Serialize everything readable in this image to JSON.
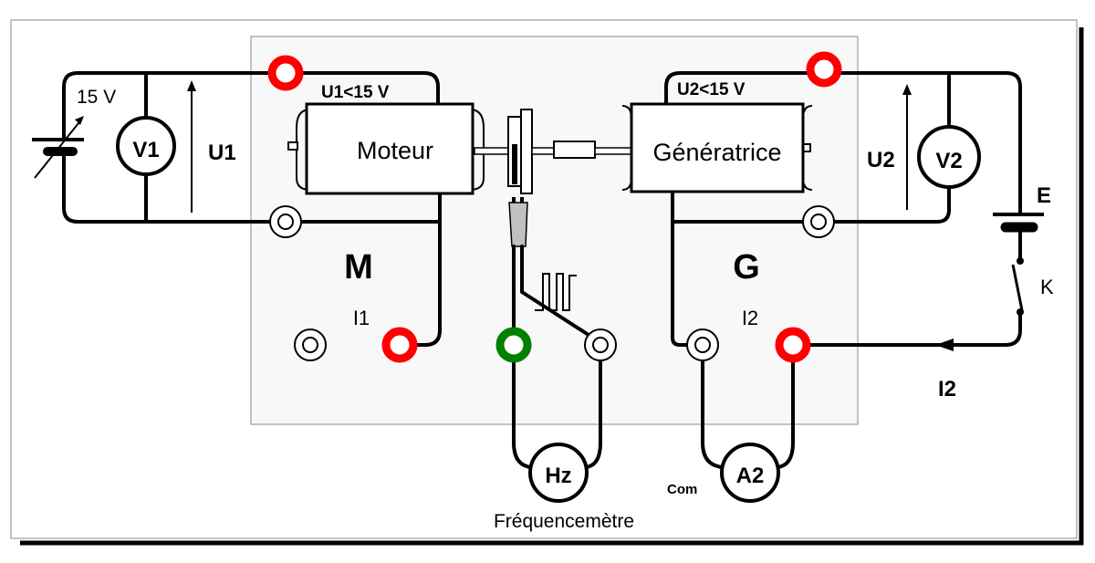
{
  "labels": {
    "source_voltage": "15 V",
    "v1": "V1",
    "u1": "U1",
    "u1_limit": "U1<15 V",
    "motor": "Moteur",
    "motor_letter": "M",
    "i1": "I1",
    "generator": "Génératrice",
    "u2_limit": "U2<15 V",
    "u2": "U2",
    "v2": "V2",
    "battery_e": "E",
    "switch_k": "K",
    "generator_letter": "G",
    "i2_panel": "I2",
    "i2_wire": "I2",
    "hz": "Hz",
    "frequency_meter": "Fréquencemètre",
    "a2": "A2",
    "com": "Com"
  },
  "colors": {
    "terminal_red": "#ff0000",
    "terminal_green": "#008000",
    "panel": "#f8f8f8",
    "probe": "#c0c0c0"
  }
}
